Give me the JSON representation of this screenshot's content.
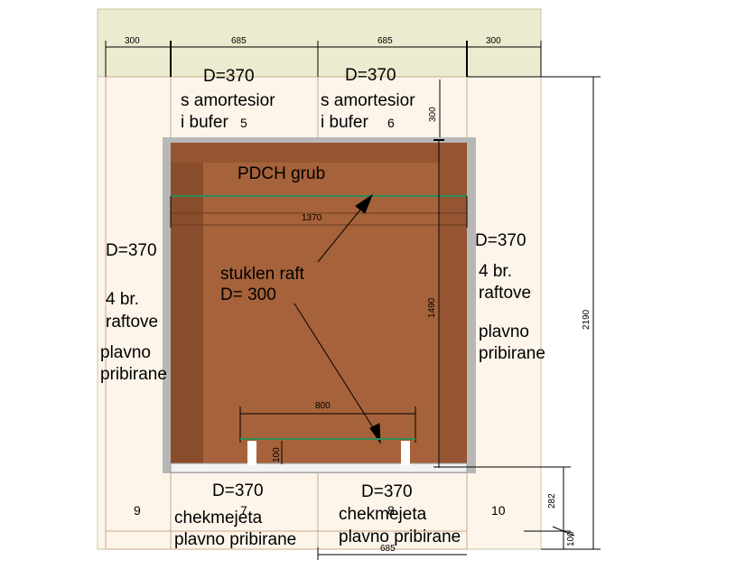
{
  "top_dimensions": [
    "300",
    "685",
    "685",
    "300"
  ],
  "cabinet_top": {
    "left": {
      "depth": "D=370",
      "line1": "s amortesior",
      "line2": "i bufer",
      "number": "5"
    },
    "right": {
      "depth": "D=370",
      "line1": "s amortesior",
      "line2": "i bufer",
      "number": "6"
    }
  },
  "side_left": {
    "depth": "D=370",
    "line1": "4 br.",
    "line2": "raftove",
    "line3": "plavno",
    "line4": "pribirane"
  },
  "side_right": {
    "depth": "D=370",
    "line1": "4 br.",
    "line2": "raftove",
    "line3": "plavno",
    "line4": "pribirane"
  },
  "center": {
    "appliance_label": "PDCH grub",
    "shelf_label_1": "stuklen raft",
    "shelf_label_2": "D= 300",
    "width_dim": "1370",
    "height_dim": "1490",
    "plinth_width_dim": "800",
    "plinth_height_dim": "100",
    "top_gap_dim": "300"
  },
  "cabinet_bottom": {
    "left": {
      "depth": "D=370",
      "line1": "chekmejeta",
      "line2": "plavno pribirane",
      "number": "7"
    },
    "right": {
      "depth": "D=370",
      "line1": "chekmejeta",
      "line2": "plavno pribirane",
      "number": "8"
    },
    "bottom_dim": "685"
  },
  "side_numbers": {
    "left": "9",
    "right": "10"
  },
  "right_dimensions": {
    "total": "2190",
    "lower": "282",
    "base": "100"
  },
  "colors": {
    "wall": "#ecebd0",
    "wood": "#a6623a",
    "wood_dark": "#8a4d2b",
    "cabinet": "#fdf5ea",
    "frame": "#b7b7b7",
    "accent_line": "#2e8b57"
  }
}
